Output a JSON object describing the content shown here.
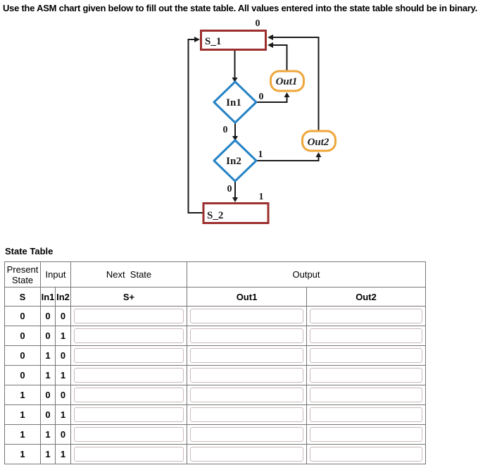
{
  "instruction": "Use the ASM chart given below to fill out the state table. All values entered into the state table should be in binary.",
  "asm_chart": {
    "state_s1": "S_1",
    "state_s2": "S_2",
    "decision_in1": "In1",
    "decision_in2": "In2",
    "output_out1": "Out1",
    "output_out2": "Out2",
    "top_branch_label": "0",
    "in1_right_label": "0",
    "in1_down_label": "0",
    "in2_right_label": "1",
    "in2_down_label": "0",
    "s2_top_label": "1",
    "colors": {
      "state_border": "#9d2f2f",
      "decision_border": "#2583c5",
      "output_border": "#efa63a",
      "flow_line": "#1a1a1a"
    }
  },
  "state_table": {
    "title": "State Table",
    "header": {
      "present_state": "Present State",
      "input": "Input",
      "next_state": "Next  State",
      "output": "Output"
    },
    "subheader": {
      "s": "S",
      "in1": "In1",
      "in2": "In2",
      "s_plus": "S+",
      "out1": "Out1",
      "out2": "Out2"
    },
    "rows": [
      {
        "s": "0",
        "in1": "0",
        "in2": "0",
        "s_plus": "",
        "out1": "",
        "out2": ""
      },
      {
        "s": "0",
        "in1": "0",
        "in2": "1",
        "s_plus": "",
        "out1": "",
        "out2": ""
      },
      {
        "s": "0",
        "in1": "1",
        "in2": "0",
        "s_plus": "",
        "out1": "",
        "out2": ""
      },
      {
        "s": "0",
        "in1": "1",
        "in2": "1",
        "s_plus": "",
        "out1": "",
        "out2": ""
      },
      {
        "s": "1",
        "in1": "0",
        "in2": "0",
        "s_plus": "",
        "out1": "",
        "out2": ""
      },
      {
        "s": "1",
        "in1": "0",
        "in2": "1",
        "s_plus": "",
        "out1": "",
        "out2": ""
      },
      {
        "s": "1",
        "in1": "1",
        "in2": "0",
        "s_plus": "",
        "out1": "",
        "out2": ""
      },
      {
        "s": "1",
        "in1": "1",
        "in2": "1",
        "s_plus": "",
        "out1": "",
        "out2": ""
      }
    ]
  }
}
